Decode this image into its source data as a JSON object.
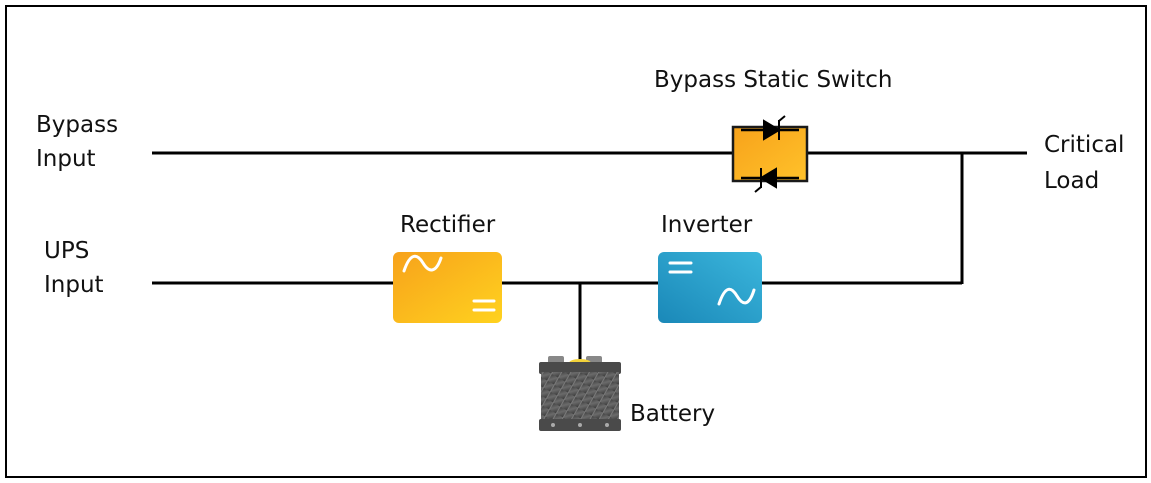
{
  "labels": {
    "bypass_input": [
      "Bypass",
      "Input"
    ],
    "ups_input": [
      "UPS",
      "Input"
    ],
    "critical_load": [
      "Critical",
      "Load"
    ],
    "bypass_static_switch": "Bypass Static Switch",
    "rectifier": "Rectifier",
    "inverter": "Inverter",
    "battery": "Battery"
  },
  "colors": {
    "border": "#000000",
    "wire": "#000000",
    "rectifier_light": "#ffd21f",
    "rectifier_dark": "#f7a21b",
    "inverter_light": "#3bb6dc",
    "inverter_dark": "#1a88b8",
    "switch_fill": "#f9b81f",
    "battery_body": "#555555",
    "battery_terminal": "#f2d23a"
  },
  "icons": {
    "rectifier": "ac-to-dc-icon",
    "inverter": "dc-to-ac-icon",
    "switch": "thyristor-pair-icon",
    "battery": "battery-icon"
  }
}
